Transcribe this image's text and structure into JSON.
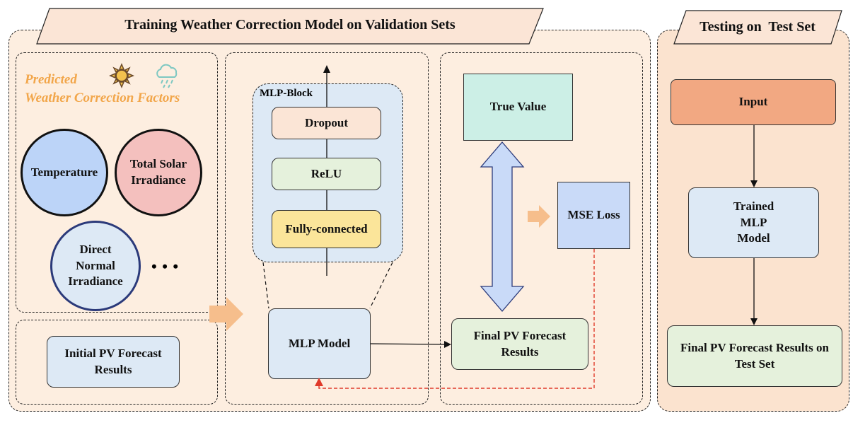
{
  "training": {
    "title": "Training Weather Correction Model on Validation Sets",
    "weather_title_line1": "Predicted",
    "weather_title_line2": "Weather Correction Factors",
    "factors": [
      "Temperature",
      "Total Solar Irradiance",
      "Direct Normal Irradiance"
    ],
    "ellipsis": "• • •",
    "initial_forecast": "Initial PV Forecast Results",
    "mlp_block_label": "MLP-Block",
    "mlp_layers": [
      "Dropout",
      "ReLU",
      "Fully-connected"
    ],
    "mlp_model": "MLP Model",
    "true_value": "True Value",
    "mse_loss": "MSE Loss",
    "final_forecast": "Final PV Forecast Results"
  },
  "testing": {
    "title": "Testing on  Test Set",
    "input": "Input",
    "trained_model": "Trained MLP Model",
    "final_test": "Final PV Forecast Results on Test Set"
  },
  "colors": {
    "panel_bg": "#fdeee0",
    "testing_bg": "#fbe3cf",
    "orange_text": "#f2a64a",
    "box_blue": "#dde9f5",
    "box_green": "#e5f1dc",
    "box_peach": "#fbe5d6",
    "box_yellow": "#fbe59a",
    "teal": "#ccefe6",
    "mse_blue": "#c9daf8",
    "input_orange": "#f2a882",
    "circle_blue": "#bcd4f8",
    "circle_pink": "#f4c0be",
    "arrow_orange": "#f6be8c",
    "loss_red": "#e03a2a"
  },
  "icons": [
    "sun-icon",
    "rain-cloud-icon"
  ]
}
